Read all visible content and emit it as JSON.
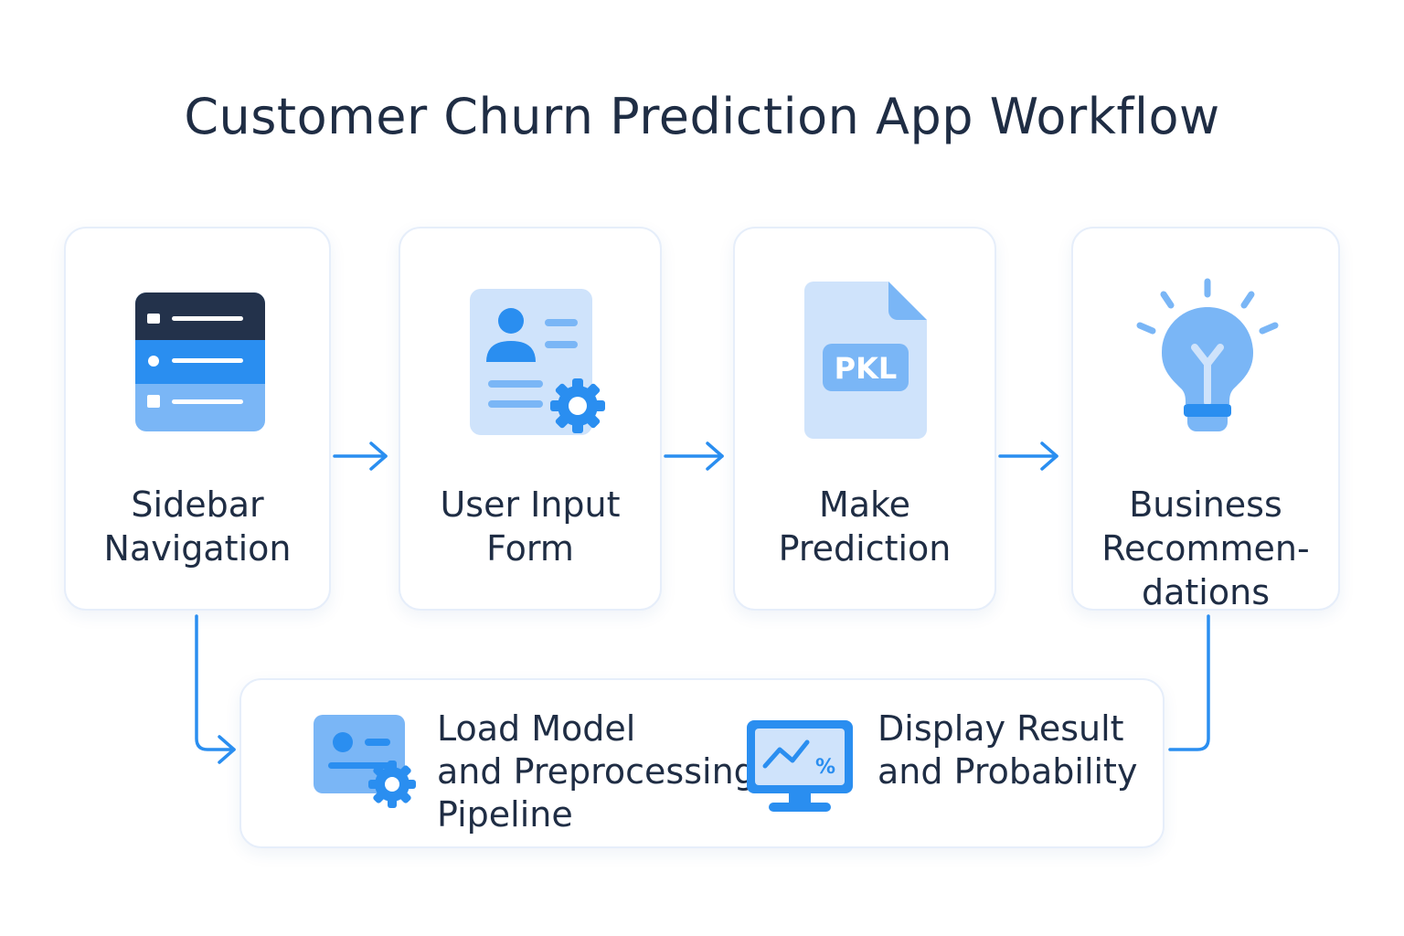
{
  "title": "Customer Churn Prediction App Workflow",
  "steps": [
    {
      "label": "Sidebar\nNavigation",
      "icon": "sidebar-menu-icon"
    },
    {
      "label": "User Input\nForm",
      "icon": "user-form-gear-icon"
    },
    {
      "label": "Make\nPrediction",
      "icon": "pkl-file-icon",
      "badge": "PKL"
    },
    {
      "label": "Business\nRecommen-\ndations",
      "icon": "lightbulb-icon"
    }
  ],
  "bottom": [
    {
      "label": "Load Model\nand Preprocessing\nPipeline",
      "icon": "id-card-gear-icon"
    },
    {
      "label": "Display Result\nand Probability",
      "icon": "monitor-chart-icon",
      "badge": "%"
    }
  ],
  "colors": {
    "primary": "#2a8ef0",
    "light": "#cfe3fb",
    "mid": "#7ab6f6",
    "dark": "#23324b",
    "text": "#1f2d44"
  }
}
